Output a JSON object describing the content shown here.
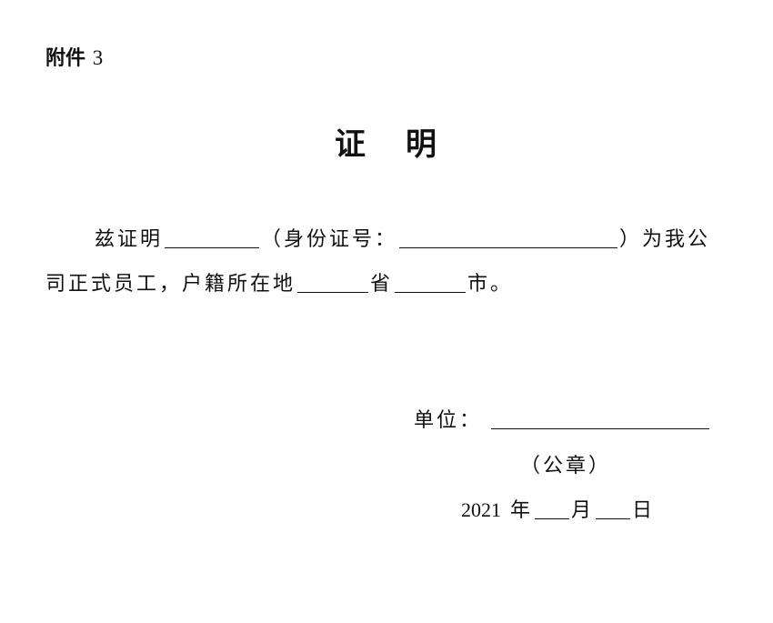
{
  "header": {
    "attachment_label": "附件",
    "attachment_number": "3"
  },
  "document": {
    "title_part1": "证",
    "title_part2": "明",
    "body": {
      "line1_prefix": "兹证明",
      "id_label": "（身份证号：",
      "line1_suffix": "）为我公",
      "line2_prefix": "司正式员工，户籍所在地",
      "province_label": "省",
      "city_label": "市。"
    },
    "fields": {
      "employee_name": "",
      "id_number": "",
      "province": "",
      "city": "",
      "unit_name": "",
      "month": "",
      "day": ""
    },
    "signature": {
      "unit_label": "单位：",
      "seal_label": "（公章）",
      "year": "2021",
      "year_label": "年",
      "month_label": "月",
      "day_label": "日"
    }
  }
}
